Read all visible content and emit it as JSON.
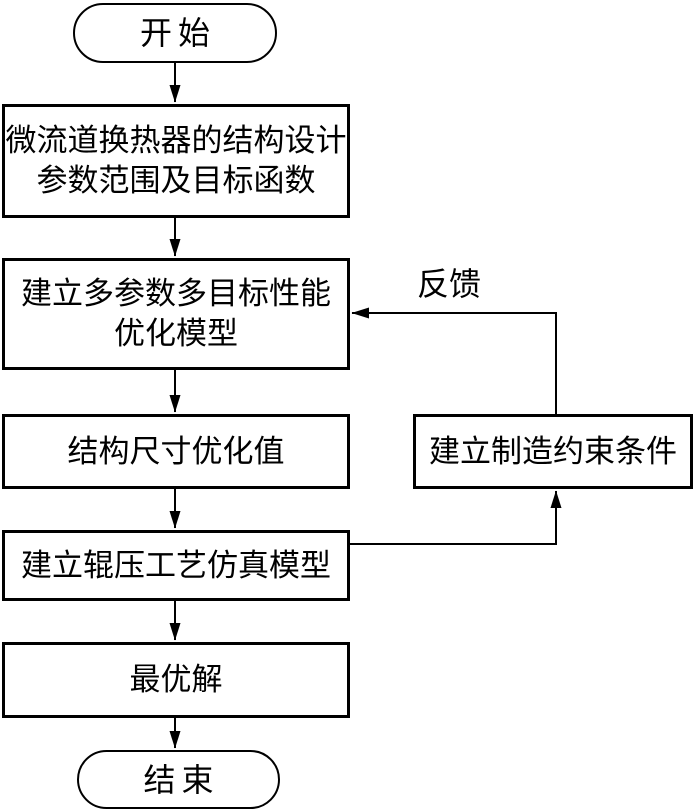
{
  "diagram": {
    "type": "flowchart",
    "background_color": "#ffffff",
    "stroke_color": "#000000",
    "nodes": {
      "start": {
        "type": "terminator",
        "label": "开始"
      },
      "design_params": {
        "type": "process",
        "label": "微流道换热器的结构设计\n参数范围及目标函数"
      },
      "optimization_model": {
        "type": "process",
        "label": "建立多参数多目标性能\n优化模型"
      },
      "structure_size": {
        "type": "process",
        "label": "结构尺寸优化值"
      },
      "rolling_simulation": {
        "type": "process",
        "label": "建立辊压工艺仿真模型"
      },
      "optimal_solution": {
        "type": "process",
        "label": "最优解"
      },
      "end": {
        "type": "terminator",
        "label": "结束"
      },
      "manufacturing_constraints": {
        "type": "process",
        "label": "建立制造约束条件"
      }
    },
    "edges": {
      "feedback_label": "反馈"
    }
  }
}
